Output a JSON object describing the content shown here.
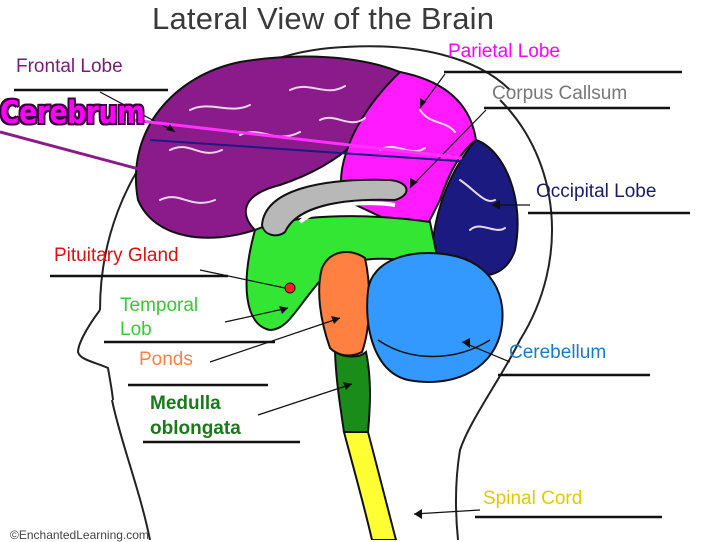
{
  "title": "Lateral View of the Brain",
  "labels": {
    "cerebrum": "Cerebrum",
    "frontal_lobe": "Frontal Lobe",
    "parietal_lobe": "Parietal Lobe",
    "corpus_callosum": "Corpus Callsum",
    "occipital_lobe": "Occipital Lobe",
    "pituitary_gland": "Pituitary Gland",
    "temporal_lobe_line1": "Temporal",
    "temporal_lobe_line2": "Lob",
    "pons": "Ponds",
    "medulla_line1": "Medulla",
    "medulla_line2": "oblongata",
    "cerebellum": "Cerebellum",
    "spinal_cord": "Spinal Cord"
  },
  "copyright": "©EnchantedLearning.com",
  "colors": {
    "frontal_lobe": "#8b1a8b",
    "parietal_lobe": "#ff1aff",
    "occipital_lobe": "#1a1a80",
    "temporal_lobe": "#33e633",
    "corpus_callosum": "#b8b8b8",
    "pons": "#ff8040",
    "medulla": "#1a8c1a",
    "cerebellum": "#3399ff",
    "spinal_cord": "#ffff33",
    "pituitary_gland": "#ff2020",
    "frontal_label": "#7a1a7a",
    "parietal_label": "#ff00ff",
    "corpus_label": "#777777",
    "occipital_label": "#1a1a70",
    "pituitary_label": "#e01010",
    "temporal_label": "#33cc33",
    "pons_label": "#ff8040",
    "medulla_label": "#1a7a1a",
    "cerebellum_label": "#1a7acc",
    "spinal_label": "#e6c800"
  }
}
